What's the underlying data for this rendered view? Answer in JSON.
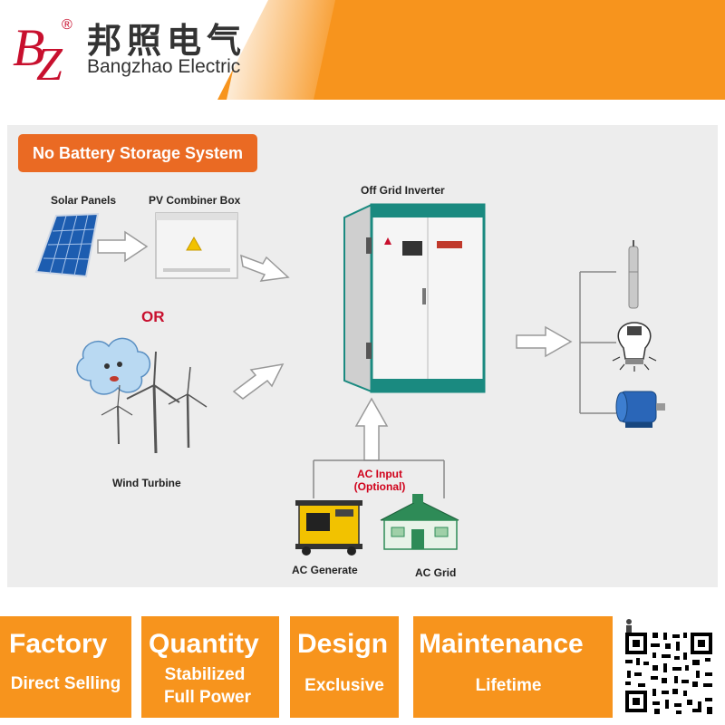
{
  "brand": {
    "name_cn": "邦照电气",
    "name_en": "Bangzhao Electric",
    "logo_letters": "BZ",
    "registered_mark": "®"
  },
  "diagram": {
    "title": "No Battery Storage System",
    "solar_panels": "Solar Panels",
    "combiner_box": "PV Combiner Box",
    "or_text": "OR",
    "wind_turbine": "Wind Turbine",
    "inverter": "Off Grid Inverter",
    "ac_input_line1": "AC Input",
    "ac_input_line2": "(Optional)",
    "ac_generate": "AC Generate",
    "ac_grid": "AC Grid",
    "loads": [
      "water-pump-icon",
      "light-bulb-icon",
      "motor-icon"
    ]
  },
  "features": [
    {
      "title": "Factory",
      "subtitle1": "Direct Selling",
      "subtitle2": ""
    },
    {
      "title": "Quantity",
      "subtitle1": "Stabilized",
      "subtitle2": "Full Power"
    },
    {
      "title": "Design",
      "subtitle1": "Exclusive",
      "subtitle2": ""
    },
    {
      "title": "Maintenance",
      "subtitle1": "Lifetime",
      "subtitle2": ""
    }
  ],
  "colors": {
    "accent_orange": "#f7941d",
    "title_orange": "#ea6a23",
    "inverter_teal": "#1a8a80",
    "or_red": "#c8102e"
  }
}
